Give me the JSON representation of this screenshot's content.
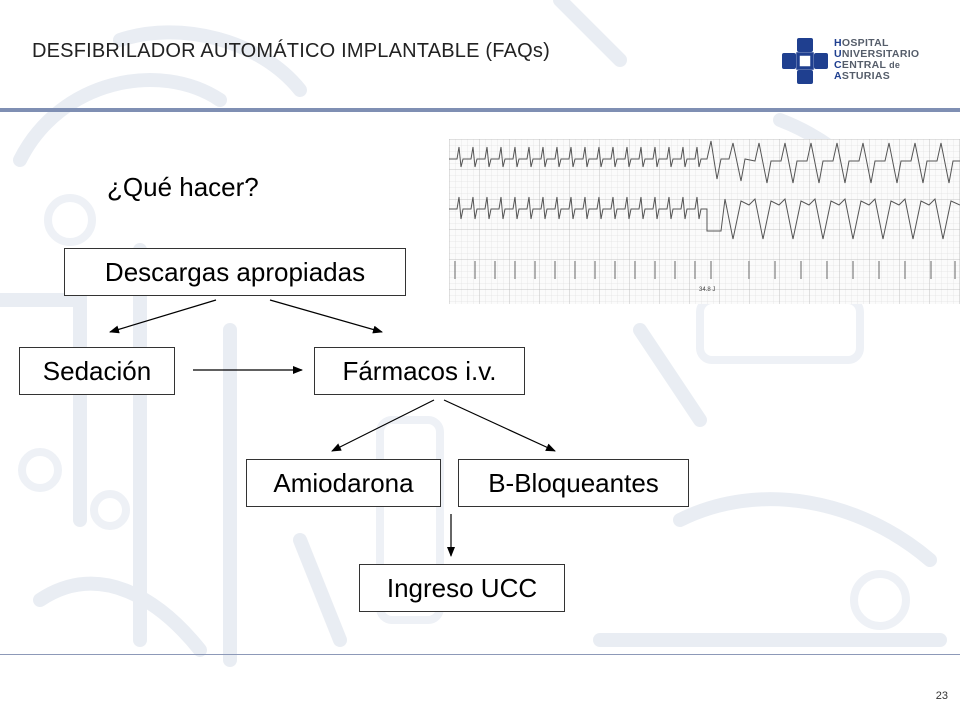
{
  "header": {
    "title": "DESFIBRILADOR AUTOMÁTICO IMPLANTABLE (FAQs)",
    "logo": {
      "lines": [
        {
          "cap": "H",
          "rest": "OSPITAL"
        },
        {
          "cap": "U",
          "rest": "NIVERSITARIO"
        },
        {
          "cap": "C",
          "rest": "ENTRAL",
          "suffix": " de"
        },
        {
          "cap": "A",
          "rest": "STURIAS"
        }
      ],
      "icon": "cross-logo-icon"
    }
  },
  "main": {
    "question": "¿Qué hacer?",
    "ecg_image": "ecg-strip-image",
    "ecg_annotation": "34.8 J",
    "nodes": {
      "descargas": "Descargas apropiadas",
      "sedacion": "Sedación",
      "farmacos": "Fármacos i.v.",
      "amiodarona": "Amiodarona",
      "bbloqueantes": "B-Bloqueantes",
      "ingreso": "Ingreso UCC"
    },
    "edges": [
      {
        "from": "descargas",
        "to": "sedacion"
      },
      {
        "from": "descargas",
        "to": "farmacos"
      },
      {
        "from": "sedacion",
        "to": "farmacos"
      },
      {
        "from": "farmacos",
        "to": "amiodarona"
      },
      {
        "from": "farmacos",
        "to": "bbloqueantes"
      },
      {
        "from": "amiodarona",
        "to": "ingreso"
      }
    ]
  },
  "footer": {
    "page_number": "23"
  },
  "colors": {
    "header_bar": "#7f8fb3",
    "logo_blue": "#1f3f8f",
    "watermark": "#e9edf3"
  }
}
